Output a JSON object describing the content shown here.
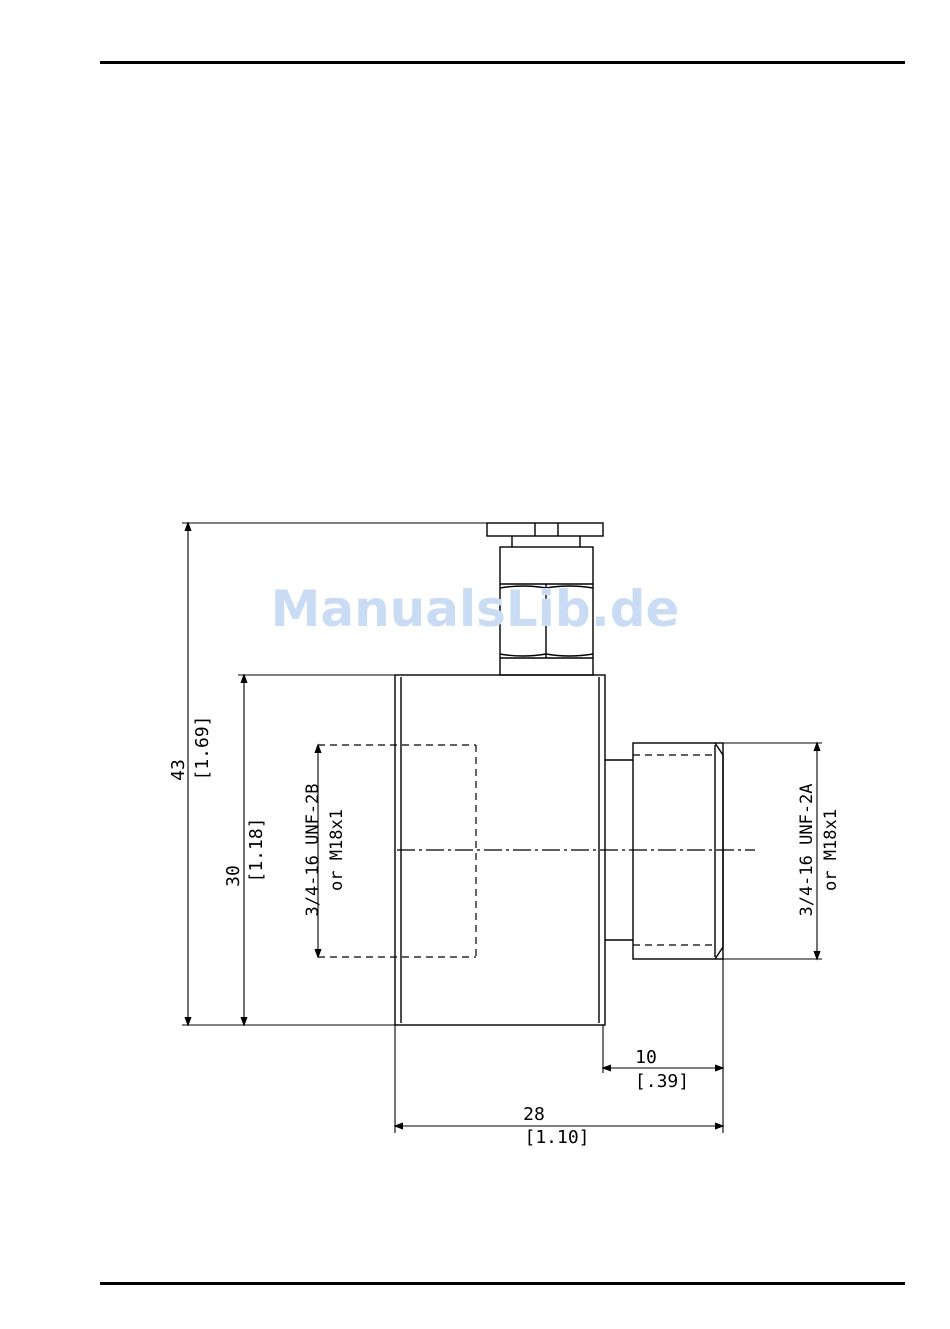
{
  "watermark": "ManualsLib.de",
  "dimensions": {
    "overall_height_mm": "43",
    "overall_height_in": "[1.69]",
    "body_height_mm": "30",
    "body_height_in": "[1.18]",
    "fitting_length_mm": "10",
    "fitting_length_in": "[.39]",
    "overall_length_mm": "28",
    "overall_length_in": "[1.10]"
  },
  "threads": {
    "left_thread": "3/4-16 UNF-2B",
    "left_alt": "or M18x1",
    "right_thread": "3/4-16 UNF-2A",
    "right_alt": "or M18x1"
  },
  "colors": {
    "line": "#000000",
    "watermark": "#c9dcf3"
  }
}
